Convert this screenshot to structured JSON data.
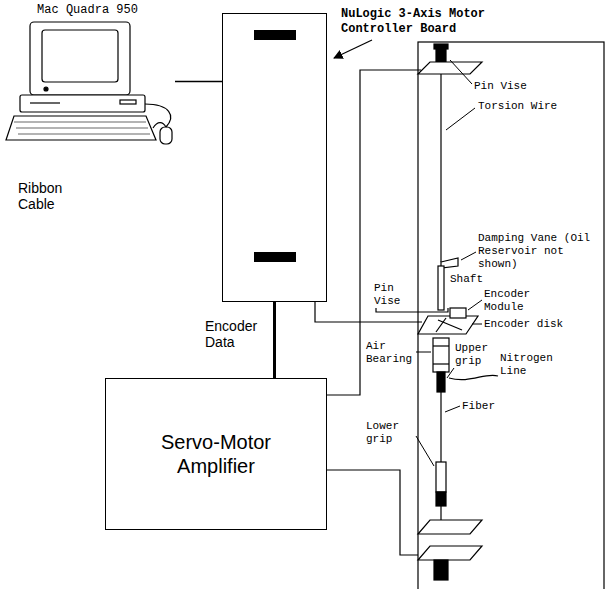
{
  "diagram": {
    "nodes": [
      {
        "text": [
          "Mac Quadra 950"
        ]
      },
      {
        "text": [
          "NuLogic 3-Axis Motor Controller Board"
        ]
      },
      {
        "text": [
          "Servo-Motor Amplifier"
        ]
      }
    ],
    "edges": [
      {
        "from": 0,
        "to": 1,
        "arrow": "none"
      },
      {
        "from": 1,
        "to": 2,
        "arrow": "none"
      }
    ],
    "labels": [
      "Ribbon Cable",
      "Encoder Data",
      "Pin Vise",
      "Torsion Wire",
      "Damping Vane (Oil Reservoir not shown)",
      "Shaft",
      "Pin Vise",
      "Encoder Module",
      "Encoder disk",
      "Air Bearing",
      "Upper grip",
      "Nitrogen Line",
      "Fiber",
      "Lower grip"
    ]
  }
}
